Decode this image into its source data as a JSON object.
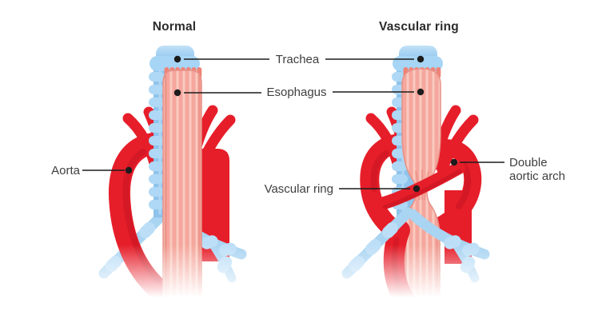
{
  "figure": {
    "panels": [
      {
        "title": "Normal"
      },
      {
        "title": "Vascular ring"
      }
    ],
    "annotations": {
      "trachea": "Trachea",
      "esophagus": "Esophagus",
      "aorta": "Aorta",
      "vascular_ring": "Vascular ring",
      "double_aortic_arch": "Double aortic arch"
    },
    "colors": {
      "background": "#ffffff",
      "artery_red": "#e61e2a",
      "artery_shadow": "#c0121f",
      "esophagus_salmon": "#f5a69d",
      "esophagus_stripe": "#f9cabf",
      "esophagus_edge": "#e8897e",
      "trachea_blue": "#8fc3ec",
      "trachea_ring_blue": "#aed8f5",
      "bronchus_blue": "#a9d4f2",
      "label_text": "#3e3e3e",
      "leader_line": "#1c1c1c"
    }
  }
}
